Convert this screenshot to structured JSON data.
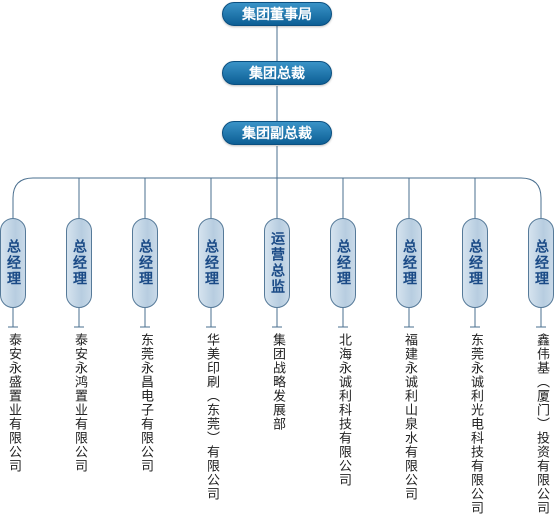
{
  "top": {
    "board": "集团董事局",
    "president": "集团总裁",
    "vice_president": "集团副总裁"
  },
  "branches": [
    {
      "role": "总经理",
      "company": "泰安永盛置业有限公司"
    },
    {
      "role": "总经理",
      "company": "泰安永鸿置业有限公司"
    },
    {
      "role": "总经理",
      "company": "东莞永昌电子有限公司"
    },
    {
      "role": "总经理",
      "company": "华美印刷（东莞）有限公司"
    },
    {
      "role": "运营总监",
      "company": "集团战略发展部"
    },
    {
      "role": "总经理",
      "company": "北海永诚利科技有限公司"
    },
    {
      "role": "总经理",
      "company": "福建永诚利山泉水有限公司"
    },
    {
      "role": "总经理",
      "company": "东莞永诚利光电科技有限公司"
    },
    {
      "role": "总经理",
      "company": "鑫伟基（厦门）投资有限公司"
    }
  ],
  "colors": {
    "top_box": "#1a74ad",
    "pill_fill": "#c4d6e6",
    "pill_text": "#1a4a86",
    "line": "#4a6f8f"
  }
}
